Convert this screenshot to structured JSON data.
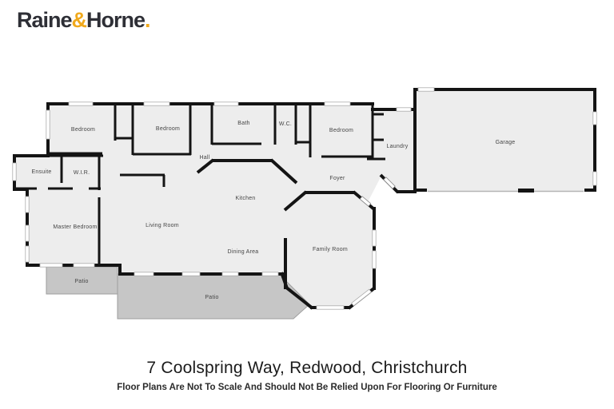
{
  "brand": {
    "logo_text_1": "Raine",
    "logo_amp": "&",
    "logo_text_2": "Horne",
    "logo_period": ".",
    "accent_color": "#f0a91c",
    "text_color": "#2e2f36"
  },
  "floor_plan": {
    "rooms": {
      "bedroom_top_left": "Bedroom",
      "bedroom_top_mid": "Bedroom",
      "bath": "Bath",
      "wc": "W.C.",
      "bedroom_top_right": "Bedroom",
      "laundry": "Laundry",
      "garage": "Garage",
      "hall": "Hall",
      "foyer": "Foyer",
      "ensuite": "Ensuite",
      "wir": "W.I.R.",
      "kitchen": "Kitchen",
      "master_bedroom": "Master Bedroom",
      "living_room": "Living Room",
      "dining_area": "Dining Area",
      "family_room": "Family Room",
      "patio_left": "Patio",
      "patio_main": "Patio"
    },
    "colors": {
      "wall": "#141414",
      "floor": "#ededed",
      "patio": "#c6c6c6",
      "window": "#ffffff"
    }
  },
  "footer": {
    "address": "7 Coolspring Way, Redwood, Christchurch",
    "disclaimer": "Floor Plans Are Not To Scale And Should Not Be Relied Upon For Flooring Or Furniture"
  }
}
